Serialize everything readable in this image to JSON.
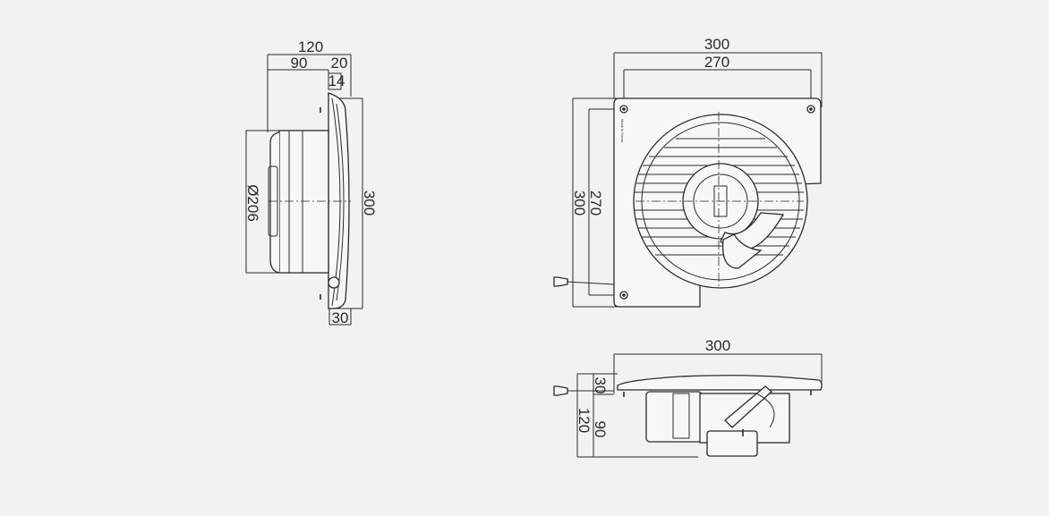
{
  "side_view": {
    "overall_depth": "120",
    "body_depth": "90",
    "flange_depth": "20",
    "flange_inner": "14",
    "diameter": "Ø206",
    "height": "300",
    "bottom_depth": "30"
  },
  "front_view": {
    "width": "300",
    "hole_spacing_h": "270",
    "height": "300",
    "hole_spacing_v": "270",
    "plate_text": "Made in Korea"
  },
  "bottom_view": {
    "width": "300",
    "flange_depth": "30",
    "total_depth": "120",
    "body_depth": "90"
  }
}
